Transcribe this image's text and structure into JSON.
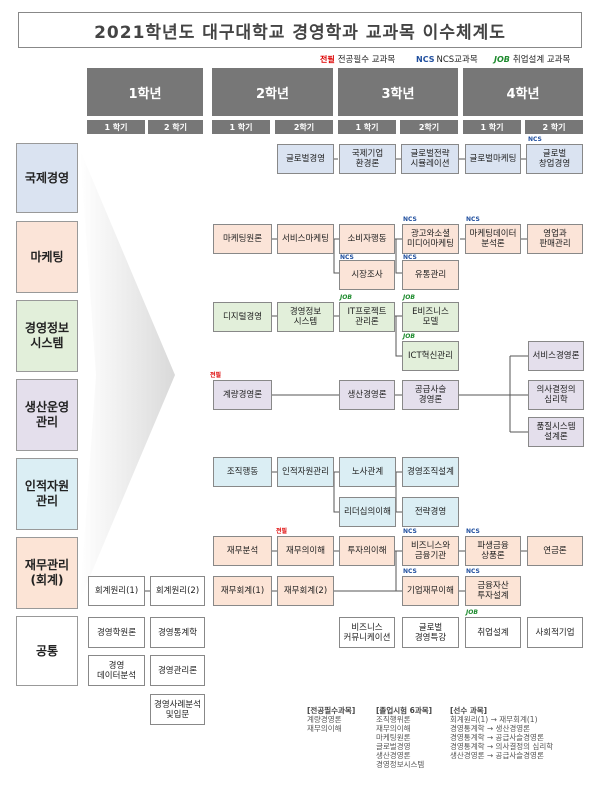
{
  "title": "2021학년도 대구대학교 경영학과 교과목 이수체계도",
  "legend": [
    {
      "tag": "전필",
      "text": "전공필수 교과목",
      "color": "#dd0000"
    },
    {
      "tag": "NCS",
      "text": "NCS교과목",
      "color": "#1f4e9e"
    },
    {
      "tag": "JOB",
      "text": "취업설계 교과목",
      "color": "#1c8a2c"
    }
  ],
  "years": [
    "1학년",
    "2학년",
    "3학년",
    "4학년"
  ],
  "semesters": [
    "1 학기",
    "2 학기",
    "1 학기",
    "2학기",
    "1 학기",
    "2학기",
    "1 학기",
    "2 학기"
  ],
  "categories": [
    "국제경영",
    "마케팅",
    "경영정보\n시스템",
    "생산운영\n관리",
    "인적자원\n관리",
    "재무관리\n(회계)",
    "공통"
  ],
  "category_colors": [
    "#dae3f1",
    "#fbe4d8",
    "#e2efda",
    "#e4dfec",
    "#dbeef4",
    "#fce4d6",
    "#ffffff"
  ],
  "courses": {
    "intl": [
      "글로벌경영",
      "국제기업\n환경론",
      "글로벌전략\n시뮬레이션",
      "글로벌마케팅",
      "글로벌\n창업경영"
    ],
    "mkt": [
      "마케팅원론",
      "서비스마케팅",
      "소비자행동",
      "광고와소셜\n미디어마케팅",
      "마케팅데이터\n분석론",
      "영업과\n판매관리",
      "시장조사",
      "유통관리"
    ],
    "mis": [
      "디지털경영",
      "경영정보\n시스템",
      "IT프로젝트\n관리론",
      "E비즈니스\n모델",
      "ICT혁신관리"
    ],
    "ops": [
      "계량경영론",
      "생산경영론",
      "공급사슬\n경영론",
      "서비스경영론",
      "의사결정의\n심리학",
      "품질시스템\n설계론"
    ],
    "hr": [
      "조직행동",
      "인적자원관리",
      "노사관계",
      "경영조직설계",
      "리더십의이해",
      "전략경영"
    ],
    "fin": [
      "재무분석",
      "재무의이해",
      "투자의이해",
      "비즈니스와\n금융기관",
      "파생금융\n상품론",
      "연금론",
      "재무회계(1)",
      "재무회계(2)",
      "기업재무이해",
      "금융자산\n투자설계",
      "회계원리(1)",
      "회계원리(2)"
    ],
    "common": [
      "경영학원론",
      "경영통계학",
      "경영\n데이터분석",
      "경영관리론",
      "경영사례분석\n및입문",
      "비즈니스\n커뮤니케이션",
      "글로벌\n경영특강",
      "취업설계",
      "사회적기업"
    ]
  },
  "badges": {
    "ncs": "NCS",
    "job": "JOB",
    "req": "전필"
  },
  "notes": {
    "required_header": "[전공필수과목]",
    "required": [
      "계량경영론",
      "재무의이해"
    ],
    "exam_header": "[졸업시험 6과목]",
    "exam": [
      "조직행위론",
      "재무의이해",
      "마케팅원론",
      "글로벌경영",
      "생산경영론",
      "경영정보시스템"
    ],
    "prereq_header": "[선수 과목]",
    "prereq": [
      "회계원리(1) → 재무회계(1)",
      "경영통계학 → 생산경영론",
      "경영통계학 → 공급사슬경영론",
      "경영통계학 → 의사결정의 심리학",
      "생산경영론 → 공급사슬경영론"
    ]
  }
}
